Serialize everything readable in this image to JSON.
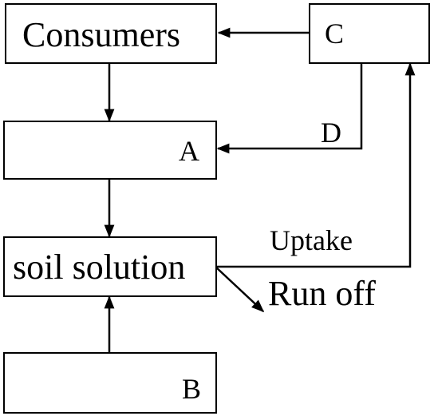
{
  "diagram": {
    "boxes": {
      "consumers": {
        "label": "Consumers"
      },
      "c": {
        "label": "C"
      },
      "a": {
        "label": "A"
      },
      "soil": {
        "label": "soil solution"
      },
      "b": {
        "label": "B"
      }
    },
    "arrow_labels": {
      "d": "D",
      "uptake": "Uptake",
      "runoff": "Run off"
    },
    "colors": {
      "stroke": "#000000",
      "fill": "#ffffff"
    }
  }
}
